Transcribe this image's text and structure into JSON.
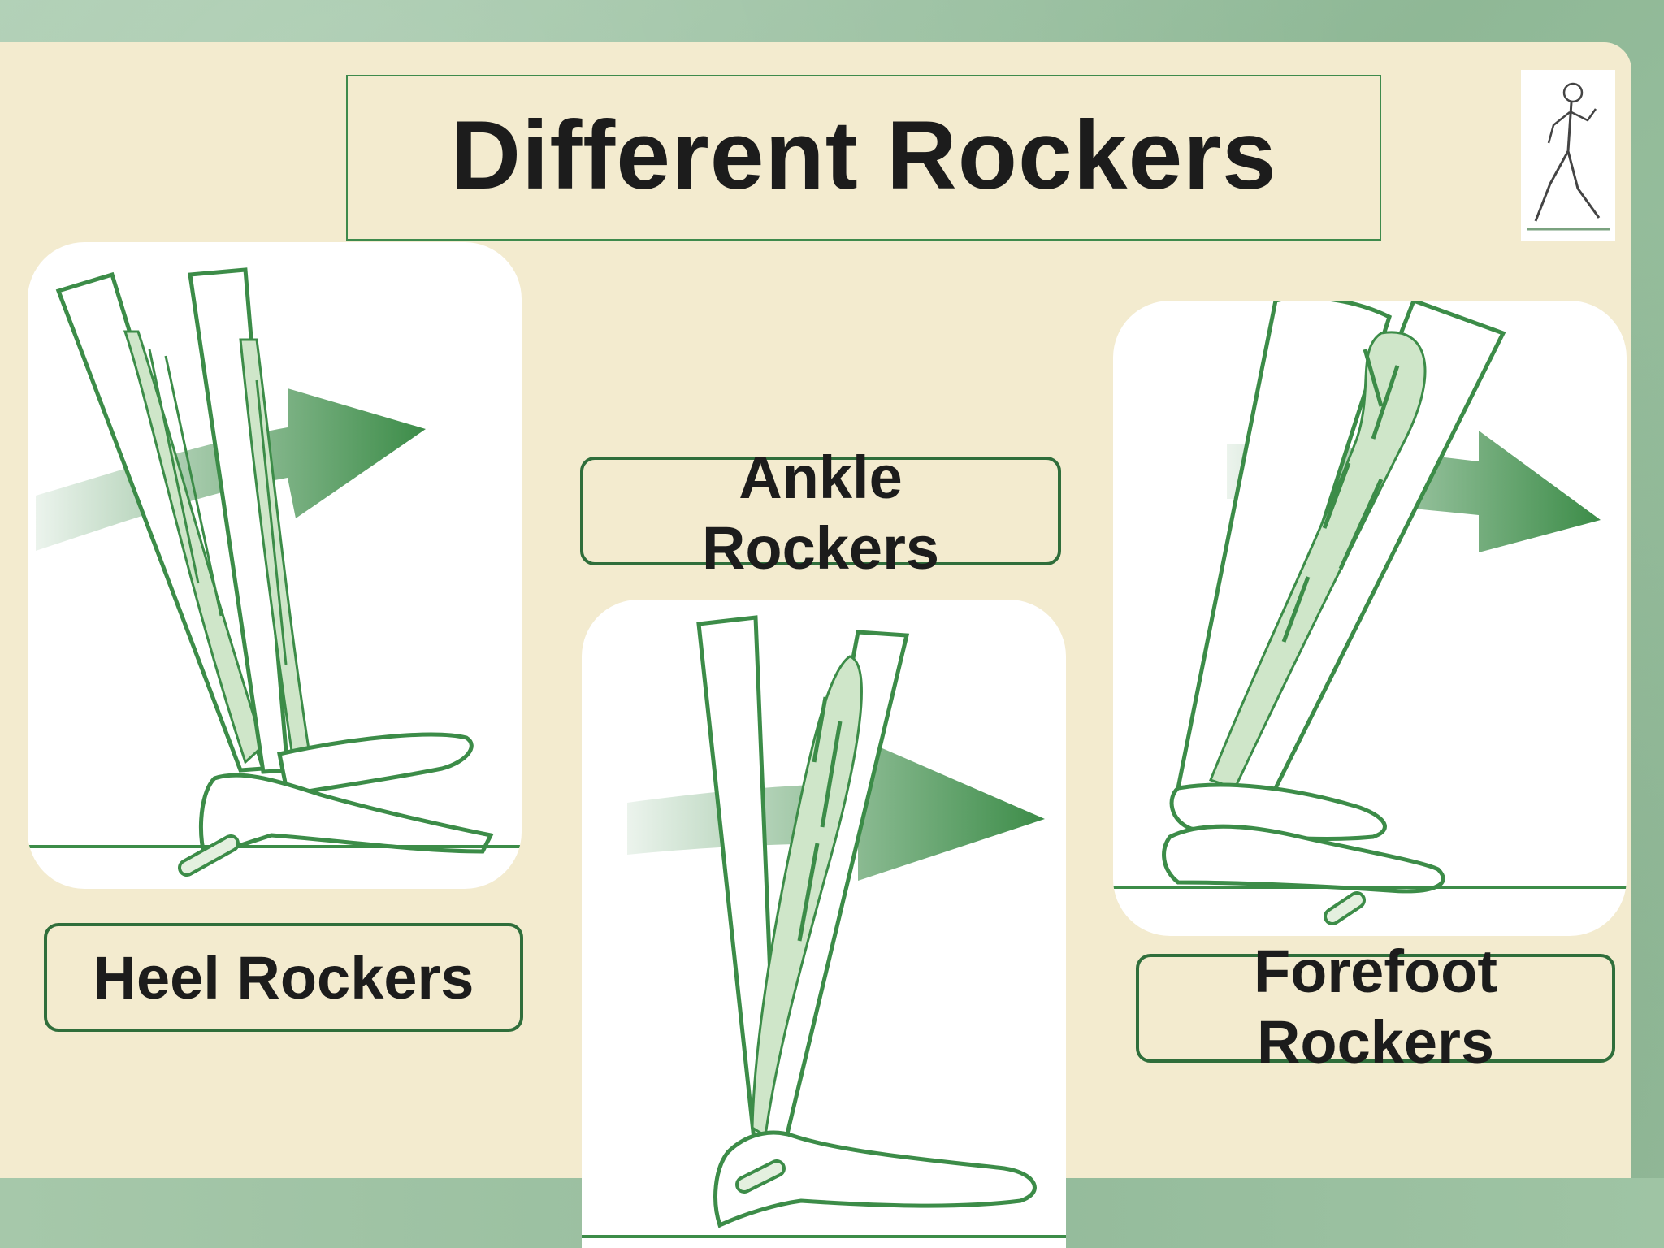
{
  "slide": {
    "title": "Different Rockers"
  },
  "labels": {
    "heel": "Heel Rockers",
    "ankle_line1": "Ankle",
    "ankle_line2": "Rockers",
    "forefoot_line1": "Forefoot",
    "forefoot_line2": "Rockers"
  },
  "colors": {
    "slide_background": "#f3ebcf",
    "outer_background": "#9dc3a2",
    "illustration_green": "#3c8c48",
    "label_border": "#2f6e3b",
    "text": "#1c1c1c"
  },
  "icons": {
    "logo": "walking-stick-figure-icon",
    "heel_illustration": "heel-rocker-leg-illustration",
    "ankle_illustration": "ankle-rocker-leg-illustration",
    "forefoot_illustration": "forefoot-rocker-leg-illustration"
  }
}
